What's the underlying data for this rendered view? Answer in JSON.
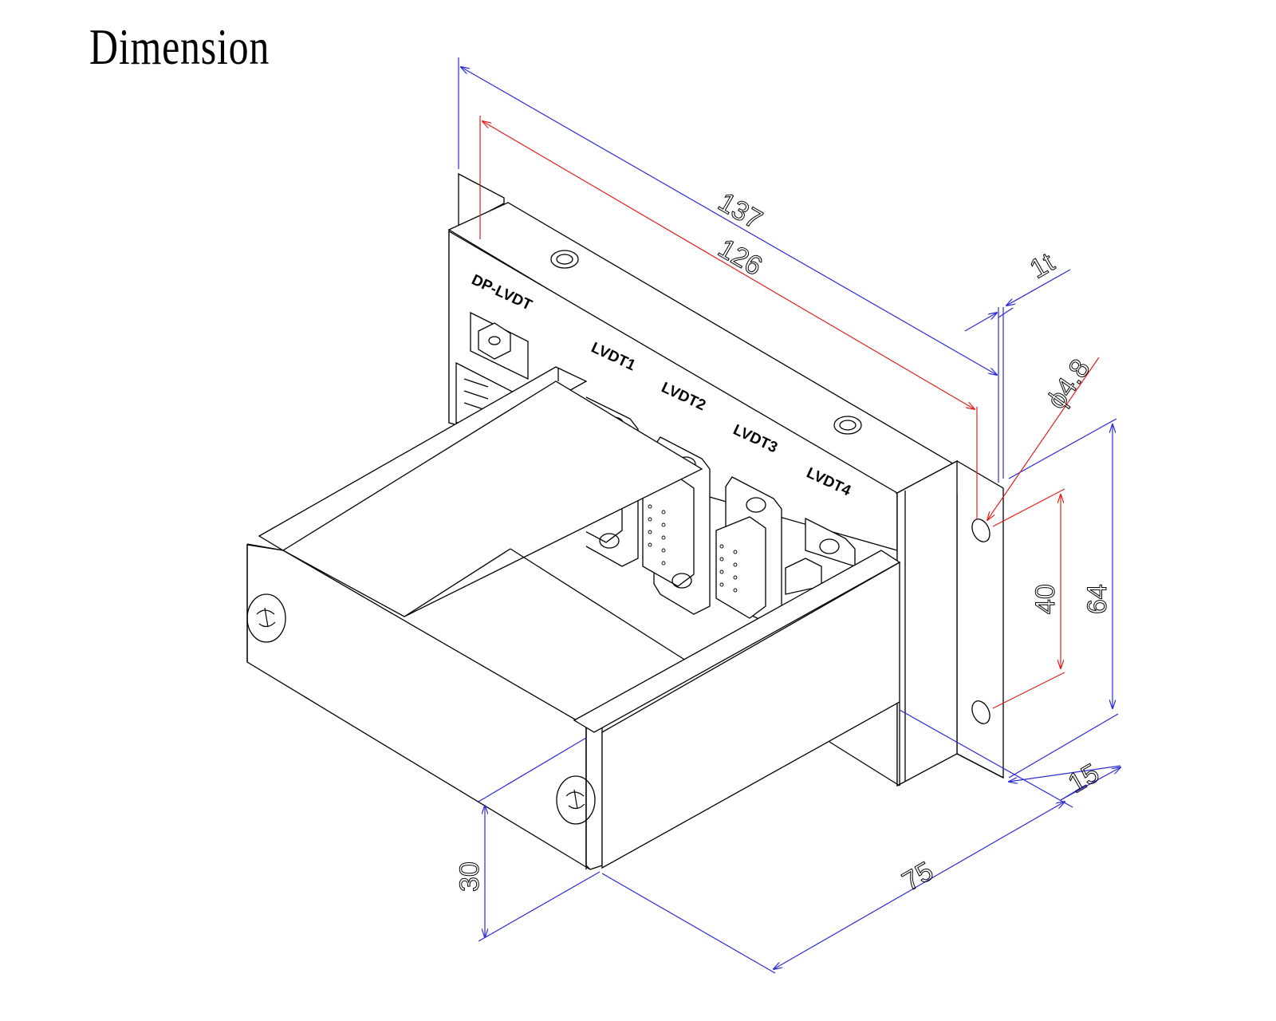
{
  "title": "Dimension",
  "device": {
    "panel_label": "DP-LVDT",
    "ports": [
      "LVDT1",
      "LVDT2",
      "LVDT3",
      "LVDT4"
    ]
  },
  "dimensions": {
    "overall_length": "137",
    "inner_length": "126",
    "thickness": "1t",
    "hole_diameter": "ϕ4.8",
    "hole_spacing": "40",
    "flange_height": "64",
    "flange_depth": "15",
    "depth": "75",
    "height": "30"
  },
  "colors": {
    "blue_dimension": "#2b2bd6",
    "red_dimension": "#e02020",
    "outline": "#000000"
  }
}
